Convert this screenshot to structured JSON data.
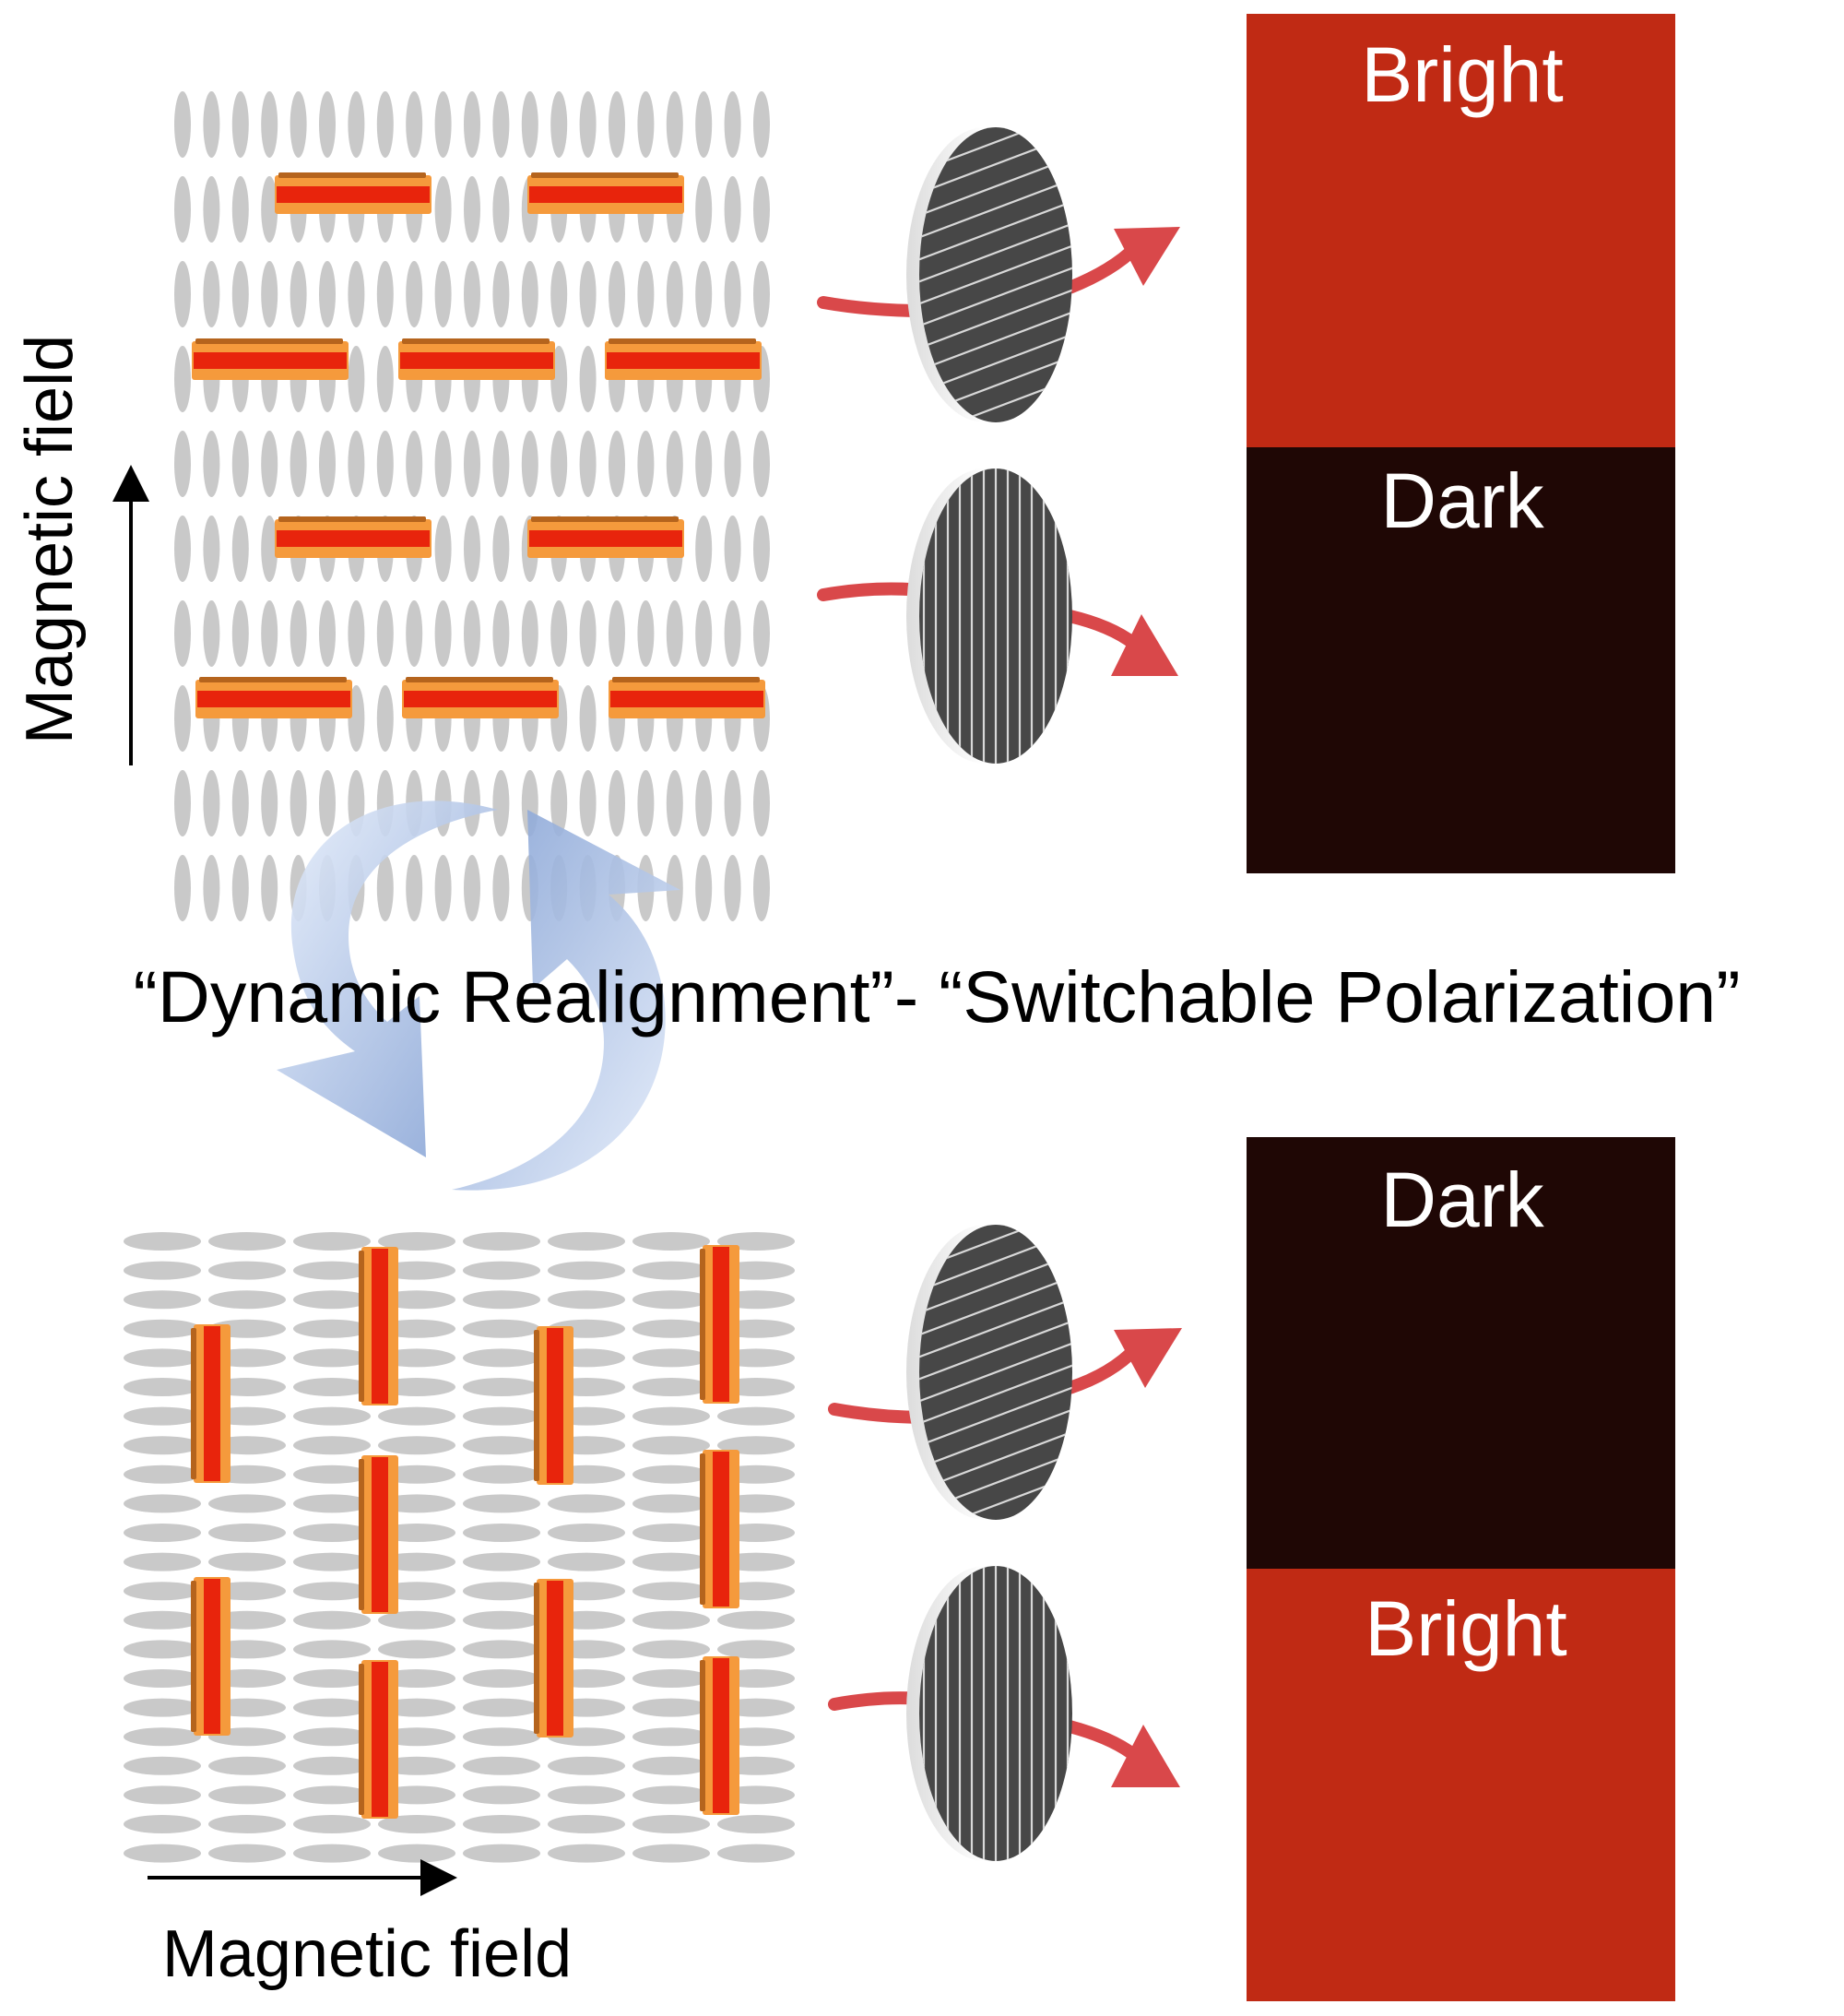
{
  "labels": {
    "field_vertical": "Magnetic field",
    "field_horizontal": "Magnetic field",
    "center_title": "“Dynamic Realignment”- “Switchable Polarization”",
    "top_upper": "Bright",
    "top_lower": "Dark",
    "bottom_upper": "Dark",
    "bottom_lower": "Bright"
  },
  "colors": {
    "bright_panel": "#c02a14",
    "dark_panel": "#1f0705",
    "arrow_red": "#d9484a",
    "cycle_arrow": "#86a3d6",
    "liquid_crystal": "#c9c9c9",
    "nanorod_outer": "#f59a3c",
    "nanorod_core": "#e8240c",
    "polarizer_face": "#474747"
  }
}
